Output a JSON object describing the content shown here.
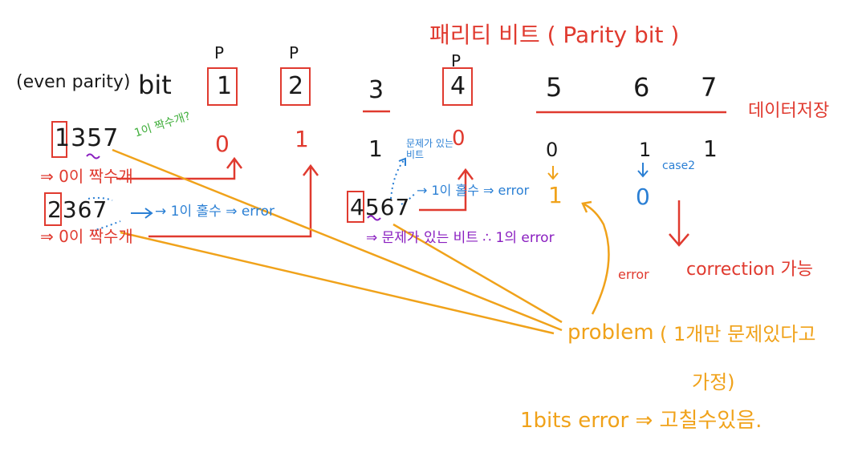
{
  "title": "패리티 비트 ( Parity bit )",
  "even_parity_label": "(even parity)",
  "bit_label": "bit",
  "parity_marker": "P",
  "bit_positions": [
    "1",
    "2",
    "3",
    "4",
    "5",
    "6",
    "7"
  ],
  "data_storage_label": "데이터저장",
  "received_bits": [
    "0",
    "1",
    "1",
    "0",
    "0",
    "1",
    "1"
  ],
  "corrected_bits": {
    "pos5": "1",
    "pos6": "0"
  },
  "case_label": "case2",
  "group1": {
    "digits": "1357",
    "note": "1이 짝수개?",
    "result": "⇒ 0이 짝수개"
  },
  "group2": {
    "digits": "2367",
    "note": "→ 1이 홀수 ⇒ error",
    "result": "⇒ 0이 짝수개"
  },
  "group3": {
    "digits": "4567",
    "top_note": "문제가 있는 비트",
    "note": "→ 1이 홀수 ⇒ error",
    "result": "⇒ 문제가 있는 비트 ∴ 1의 error"
  },
  "error_correction": {
    "error_word": "error",
    "text": "correction 가능"
  },
  "problem_label": "problem",
  "problem_note_line1": "( 1개만 문제있다고",
  "problem_note_line2": "가정)",
  "one_bit_error": "1bits error ⇒ 고칠수있음.",
  "colors": {
    "red": "#e03a2f",
    "blue": "#2a7fd4",
    "orange": "#f0a21a",
    "purple": "#8a1fc0",
    "green": "#3fae3a",
    "black": "#1a1a1a"
  }
}
